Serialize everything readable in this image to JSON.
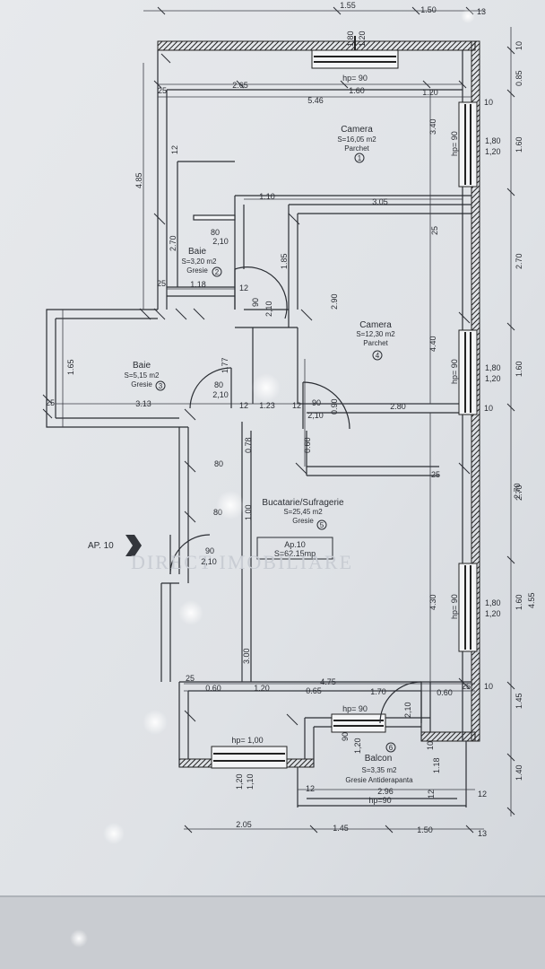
{
  "rooms": [
    {
      "id": "camera-1",
      "name": "Camera",
      "area": "S=16,05 m2",
      "floor": "Parchet",
      "num": "1"
    },
    {
      "id": "baie-2",
      "name": "Baie",
      "area": "S=3,20 m2",
      "floor": "Gresie",
      "num": "2"
    },
    {
      "id": "baie-3",
      "name": "Baie",
      "area": "S=5,15 m2",
      "floor": "Gresie",
      "num": "3"
    },
    {
      "id": "camera-4",
      "name": "Camera",
      "area": "S=12,30 m2",
      "floor": "Parchet",
      "num": "4"
    },
    {
      "id": "bucatarie-5",
      "name": "Bucatarie/Sufragerie",
      "area": "S=25,45 m2",
      "floor": "Gresie",
      "num": "5"
    },
    {
      "id": "balcon-6",
      "name": "Balcon",
      "area": "S=3,35 m2",
      "floor": "Gresie Antiderapanta",
      "num": "6"
    }
  ],
  "apartment": {
    "label": "AP. 10",
    "box_title": "Ap.10",
    "box_area": "S=62.15mp"
  },
  "watermark": "DIRECT IMOBILIARE",
  "doors": {
    "d80": "80",
    "d90": "90",
    "h210": "2,10"
  },
  "windows": {
    "top": {
      "w": "1,80",
      "h": "1,20",
      "hp": "hp= 90"
    },
    "right": {
      "w": "1,80",
      "h": "1,20",
      "hp": "hp= 90"
    },
    "bottom_left": {
      "hp": "hp= 1,00",
      "w": "1,20",
      "h": "1,10"
    },
    "balcon": {
      "hp": "hp= 90",
      "w": "90",
      "h": "1,20"
    }
  },
  "dims": {
    "top": [
      "1.55",
      "1.50",
      "13"
    ],
    "top_inner": [
      "2.65",
      "1.60",
      "1.20",
      "5.46"
    ],
    "right_outer": [
      "10",
      "0.85",
      "1.60",
      "2.70",
      "1.60",
      "2.70",
      "1.60",
      "4.55",
      "1.45",
      "1.40"
    ],
    "bottom": [
      "2.05",
      "1.45",
      "1.50",
      "13"
    ],
    "mid_top": [
      "1.10",
      "3.05"
    ],
    "left": [
      "4.85",
      "2.70",
      "1.65"
    ],
    "misc": {
      "v12_top": "12",
      "v25_a": "25",
      "v25_b": "25",
      "v25_c": "25",
      "v25_d": "25",
      "v25_e": "25",
      "v25_f": "25",
      "v25_g": "25",
      "v10_a": "10",
      "v10_b": "10",
      "v10_c": "10",
      "v10_d": "10",
      "h118": "1.18",
      "h12_a": "12",
      "h12_b": "12",
      "h12_c": "12",
      "h12_d": "12",
      "h12_e": "12",
      "h12_f": "12",
      "h313": "3.13",
      "h123": "1.23",
      "h280": "2.80",
      "v340": "3.40",
      "v440": "4.40",
      "v430": "4.30",
      "v290": "2.90",
      "v185": "1.85",
      "v177": "1.77",
      "v078": "0.78",
      "v100": "1.00",
      "v300": "3.00",
      "v060": "0.60",
      "v090": "0.90",
      "h060_a": "0.60",
      "h120": "1.20",
      "h065": "0.65",
      "h170": "1.70",
      "h060_b": "0.60",
      "h475": "4.75",
      "h296": "2.96",
      "hp90": "hp=90",
      "v118": "1.18",
      "v270_mid": "2.70"
    }
  }
}
